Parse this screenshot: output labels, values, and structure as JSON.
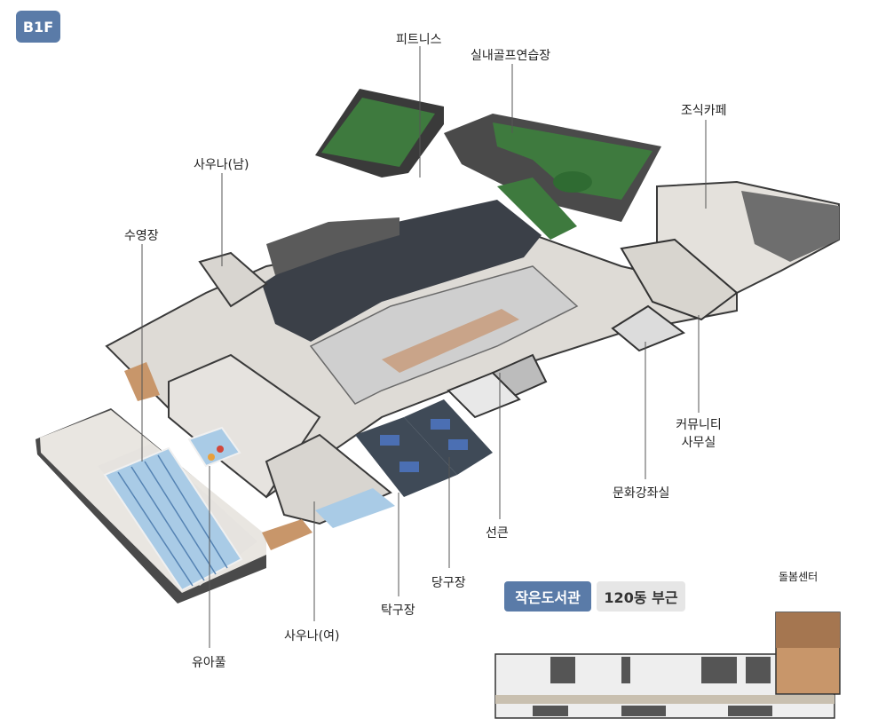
{
  "floor_badge": "B1F",
  "facilities": {
    "fitness": "피트니스",
    "golf": "실내골프연습장",
    "cafe": "조식카페",
    "sauna_m": "사우나(남)",
    "pool": "수영장",
    "community_l1": "커뮤니티",
    "community_l2": "사무실",
    "culture": "문화강좌실",
    "sunken": "선큰",
    "billiards": "당구장",
    "pingpong": "탁구장",
    "sauna_f": "사우나(여)",
    "kidspool": "유아풀"
  },
  "inset": {
    "tab_library": "작은도서관",
    "tab_building": "120동 부근",
    "care_center": "돌봄센터"
  },
  "colors": {
    "badge": "#5a7ba8",
    "tab_active_bg": "#5a7ba8",
    "tab_inactive_bg": "#e6e6e6",
    "pool_water": "#a9cbe6",
    "golf_green": "#3e7a3e",
    "gym_floor": "#3b4048",
    "track": "#c9a489",
    "care_center": "#c8966a"
  }
}
